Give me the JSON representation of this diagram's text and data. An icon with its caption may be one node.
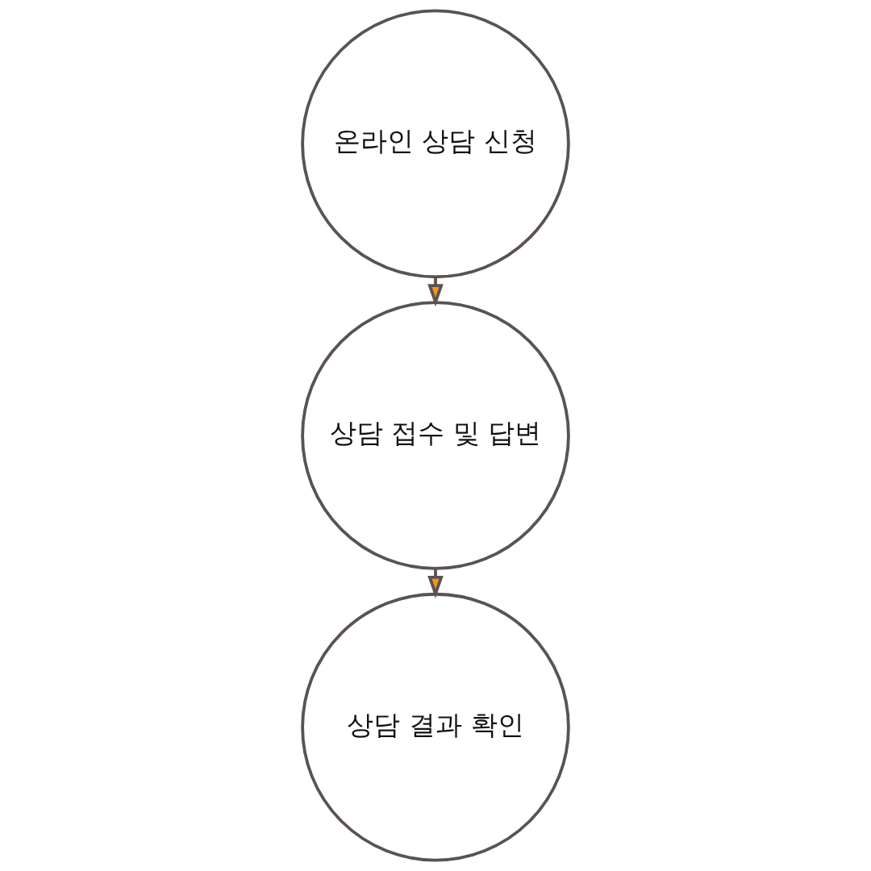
{
  "diagram": {
    "nodes": [
      {
        "text": [
          "온라인 상담 신청"
        ]
      },
      {
        "text": [
          "상담 접수 및 답변"
        ]
      },
      {
        "text": [
          "상담 결과 확인"
        ]
      }
    ],
    "edges": [
      {
        "from": 0,
        "to": 1,
        "arrow": "to"
      },
      {
        "from": 1,
        "to": 2,
        "arrow": "to"
      }
    ]
  }
}
